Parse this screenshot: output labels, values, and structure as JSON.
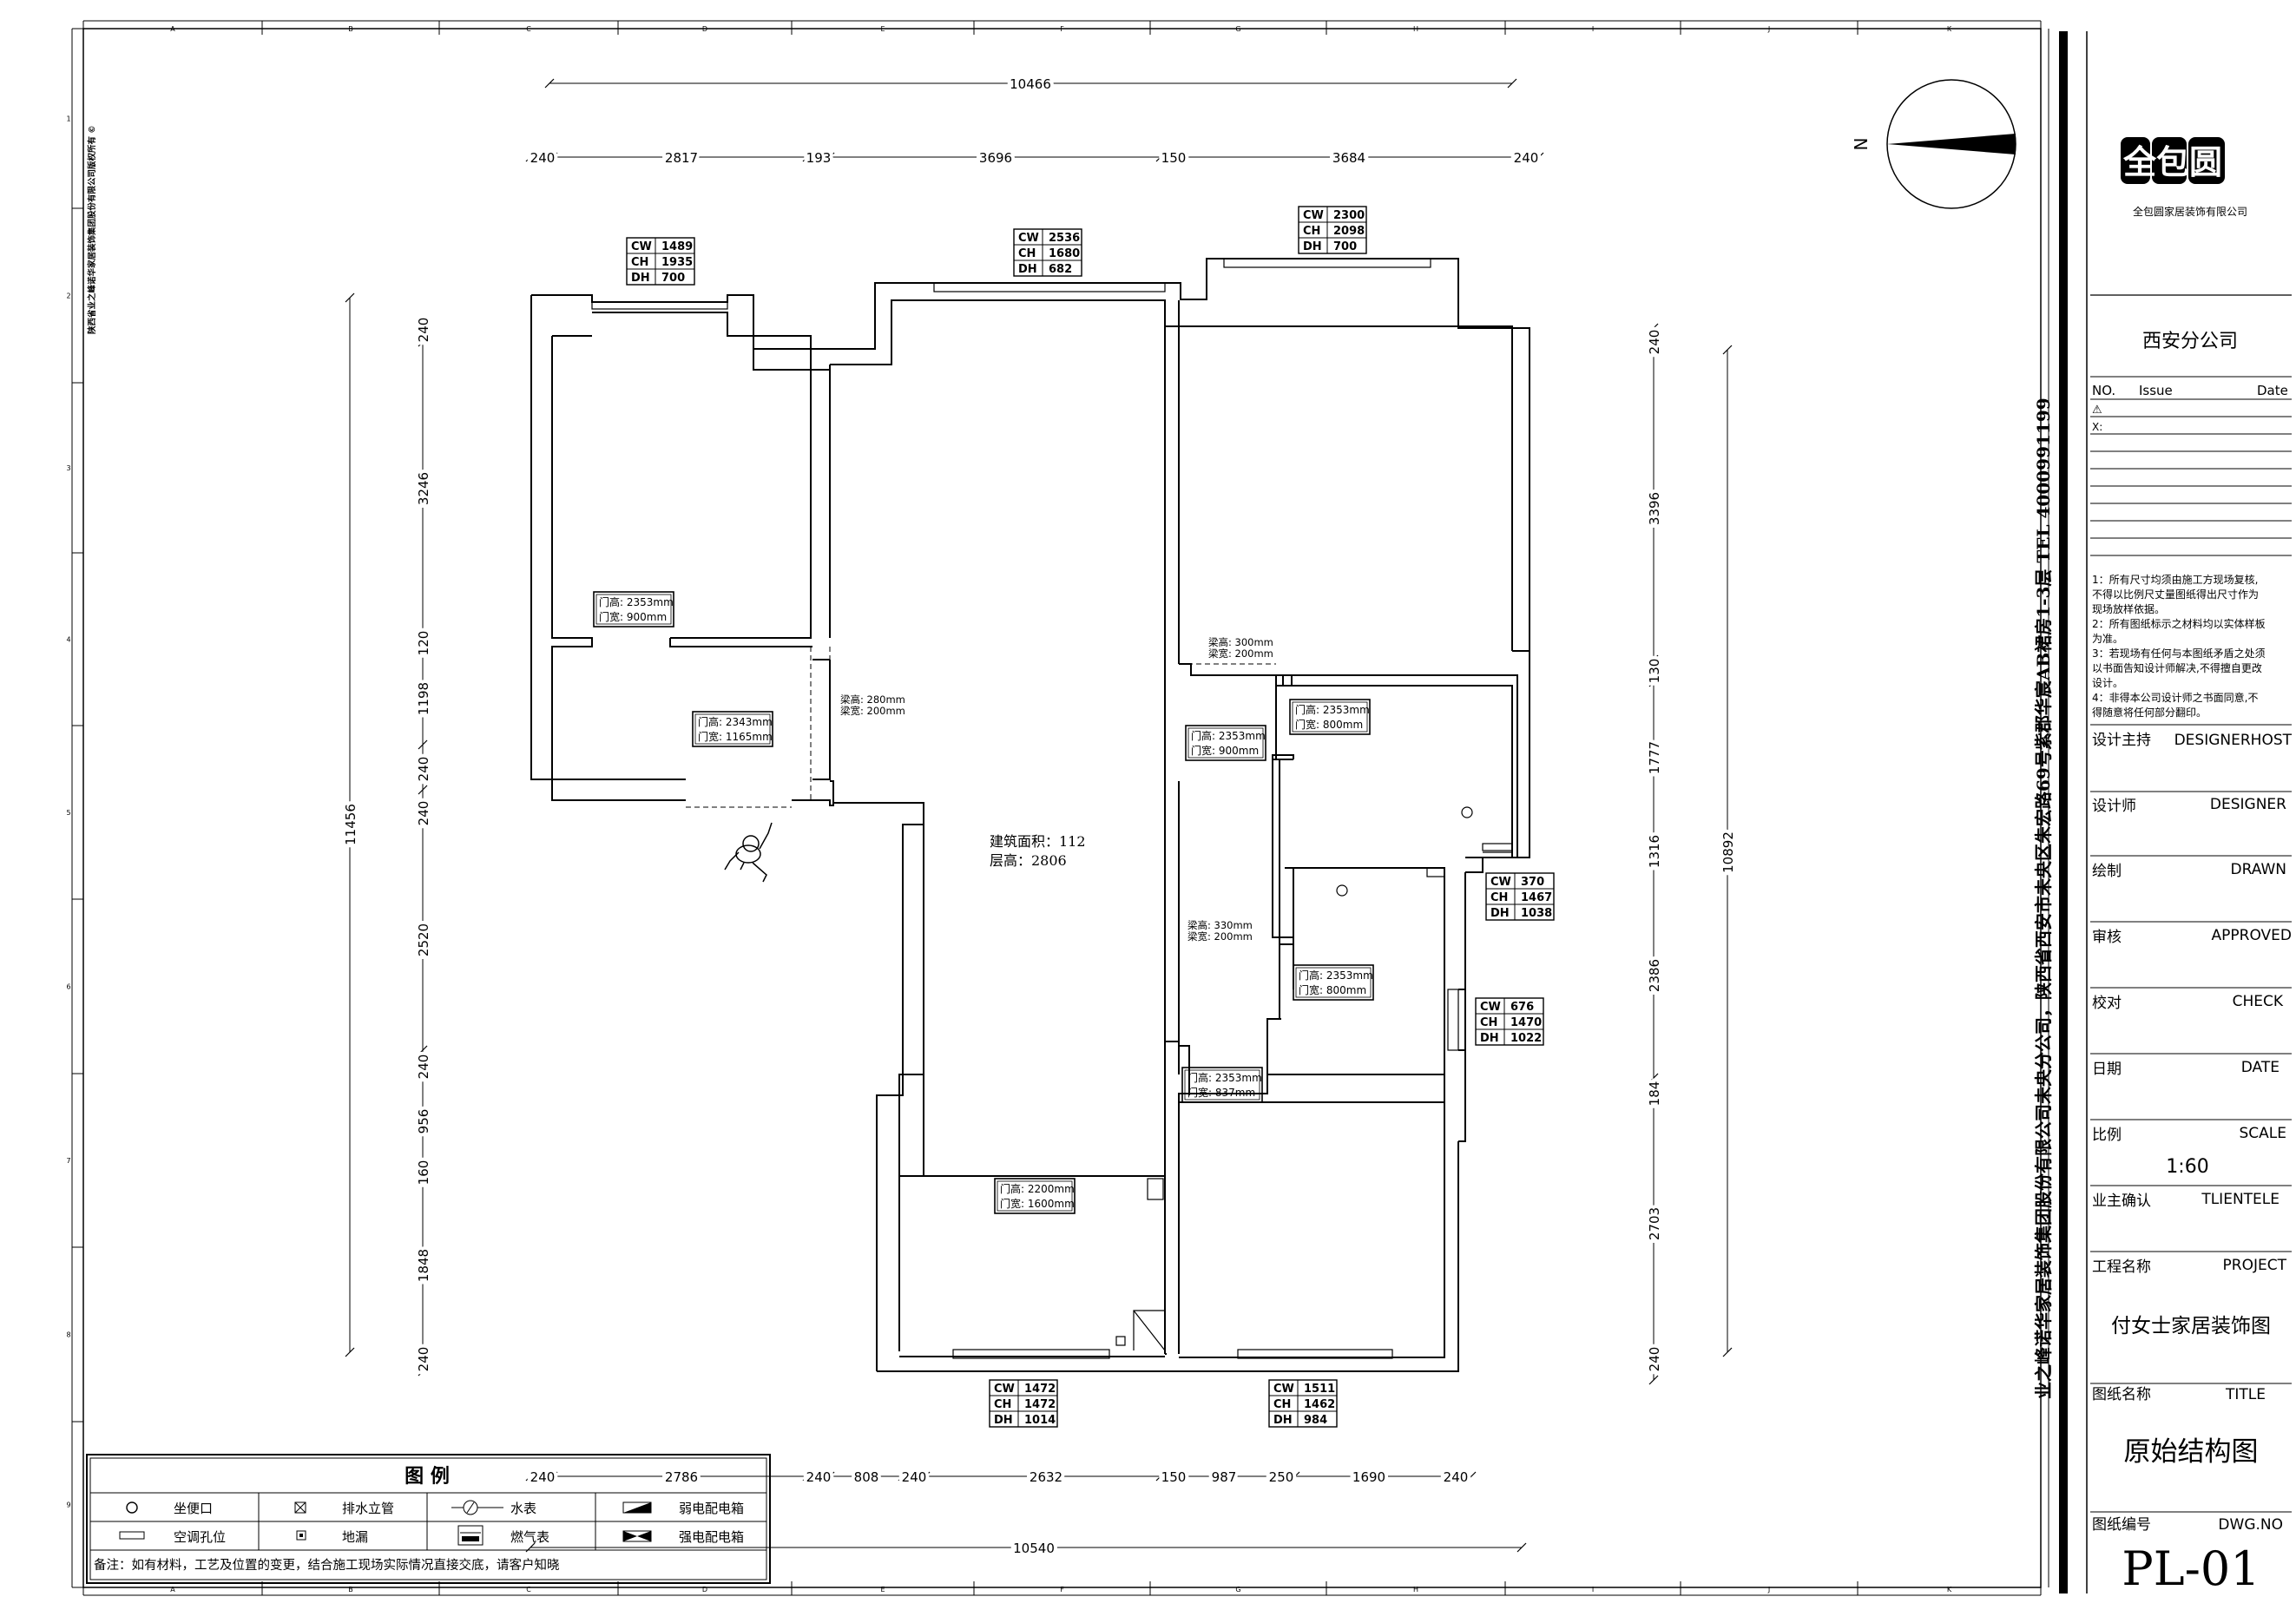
{
  "plan": {
    "area_label": "建筑面积：112",
    "height_label": "层高：2806"
  },
  "dims": {
    "top_total": "10466",
    "top": [
      "240",
      "2817",
      "193",
      "3696",
      "150",
      "3684",
      "240"
    ],
    "bottom_total": "10540",
    "bottom": [
      "240",
      "2786",
      "240",
      "808",
      "240",
      "2632",
      "150",
      "987",
      "250",
      "1690",
      "240"
    ],
    "left_total": "11456",
    "left": [
      "240",
      "3246",
      "120",
      "1198",
      "240",
      "240",
      "2520",
      "240",
      "956",
      "160",
      "1848",
      "240"
    ],
    "right_total": "10892",
    "right": [
      "240",
      "3396",
      "130",
      "1777",
      "1316",
      "2386",
      "184",
      "2703",
      "240"
    ]
  },
  "windows": [
    {
      "cw": "1489",
      "ch": "1935",
      "dh": "700"
    },
    {
      "cw": "2536",
      "ch": "1680",
      "dh": "682"
    },
    {
      "cw": "2300",
      "ch": "2098",
      "dh": "700"
    },
    {
      "cw": "370",
      "ch": "1467",
      "dh": "1038"
    },
    {
      "cw": "676",
      "ch": "1470",
      "dh": "1022"
    },
    {
      "cw": "1472",
      "ch": "1472",
      "dh": "1014"
    },
    {
      "cw": "1511",
      "ch": "1462",
      "dh": "984"
    }
  ],
  "window_keys": {
    "cw": "CW",
    "ch": "CH",
    "dh": "DH"
  },
  "doors": [
    {
      "h": "门高: 2353mm",
      "w": "门宽: 900mm"
    },
    {
      "h": "门高: 2343mm",
      "w": "门宽: 1165mm"
    },
    {
      "h": "门高: 2353mm",
      "w": "门宽: 800mm"
    },
    {
      "h": "门高: 2353mm",
      "w": "门宽: 900mm"
    },
    {
      "h": "门高: 2353mm",
      "w": "门宽: 800mm"
    },
    {
      "h": "门高: 2353mm",
      "w": "门宽: 837mm"
    },
    {
      "h": "门高: 2200mm",
      "w": "门宽: 1600mm"
    }
  ],
  "beams": [
    {
      "h": "梁高: 280mm",
      "w": "梁宽: 200mm"
    },
    {
      "h": "梁高: 300mm",
      "w": "梁宽: 200mm"
    },
    {
      "h": "梁高: 330mm",
      "w": "梁宽: 200mm"
    }
  ],
  "compass": {
    "north": "N"
  },
  "grid": {
    "cols": [
      "A",
      "B",
      "C",
      "D",
      "E",
      "F",
      "G",
      "H",
      "I",
      "J",
      "K"
    ],
    "rows": [
      "1",
      "2",
      "3",
      "4",
      "5",
      "6",
      "7",
      "8",
      "9"
    ]
  },
  "copyright": "陕西省业之峰诺华家居装饰集团股份有限公司版权所有 ©",
  "legend": {
    "title": "图 例",
    "items": [
      "坐便口",
      "排水立管",
      "水表",
      "弱电配电箱",
      "空调孔位",
      "地漏",
      "燃气表",
      "强电配电箱"
    ],
    "note": "备注：如有材料，工艺及位置的变更，结合施工现场实际情况直接交底，请客户知晓"
  },
  "company_vertical": "业之峰诺华家居装饰集团股份有限公司未央分公司，陕西省西安市未央区朱宏路69号紫郡华宸AB裙房1-3层 TEL 4000991199",
  "title_block": {
    "logo_text": "全包圆",
    "logo_sub": "全包圆家居装饰有限公司",
    "branch": "西安分公司",
    "issue_no": "NO.",
    "issue": "Issue",
    "issue_date": "Date",
    "rev1": "⚠",
    "rev2": "X:",
    "notes": [
      "1：所有尺寸均须由施工方现场复核,",
      "不得以比例尺丈量图纸得出尺寸作为",
      "现场放样依据。",
      "2：所有图纸标示之材料均以实体样板",
      "为准。",
      "3：若现场有任何与本图纸矛盾之处须",
      "以书面告知设计师解决,不得擅自更改",
      "设计。",
      "4：非得本公司设计师之书面同意,不",
      "得随意将任何部分翻印。"
    ],
    "design_head_cn": "设计主持",
    "design_head_en": "DESIGNERHOST",
    "designer_cn": "设计师",
    "designer_en": "DESIGNER",
    "drawn_cn": "绘制",
    "drawn_en": "DRAWN",
    "approved_cn": "审核",
    "approved_en": "APPROVED",
    "check_cn": "校对",
    "check_en": "CHECK",
    "date_cn": "日期",
    "date_en": "DATE",
    "scale_cn": "比例",
    "scale_en": "SCALE",
    "scale_value": "1:60",
    "client_cn": "业主确认",
    "client_en": "TLIENTELE",
    "project_cn": "工程名称",
    "project_en": "PROJECT",
    "project_value": "付女士家居装饰图",
    "title_cn": "图纸名称",
    "title_en": "TITLE",
    "title_value": "原始结构图",
    "dwg_cn": "图纸编号",
    "dwg_en": "DWG.NO",
    "dwg_value": "PL-01"
  }
}
